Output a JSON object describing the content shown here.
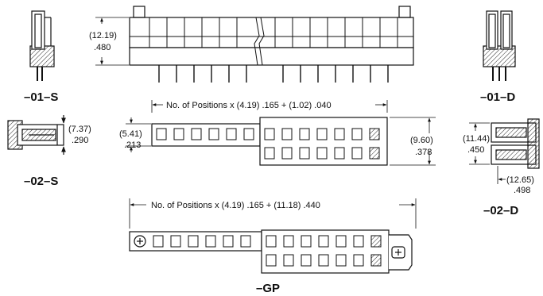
{
  "variants": {
    "s01": "–01–S",
    "s02": "–02–S",
    "d01": "–01–D",
    "d02": "–02–D",
    "gp": "–GP"
  },
  "dimensions": {
    "height_mm": "(12.19)",
    "height_in": ".480",
    "pitch_formula_top": "No. of Positions x (4.19) .165 + (1.02) .040",
    "pitch_formula_gp": "No. of Positions x (4.19) .165 + (11.18) .440",
    "row_mm": "(5.41)",
    "row_in": ".213",
    "width_mm": "(9.60)",
    "width_in": ".378",
    "s02_mm": "(7.37)",
    "s02_in": ".290",
    "d02_h_mm": "(11.44)",
    "d02_h_in": ".450",
    "d02_w_mm": "(12.65)",
    "d02_w_in": ".498"
  },
  "icons": [
    "plus-icon"
  ]
}
